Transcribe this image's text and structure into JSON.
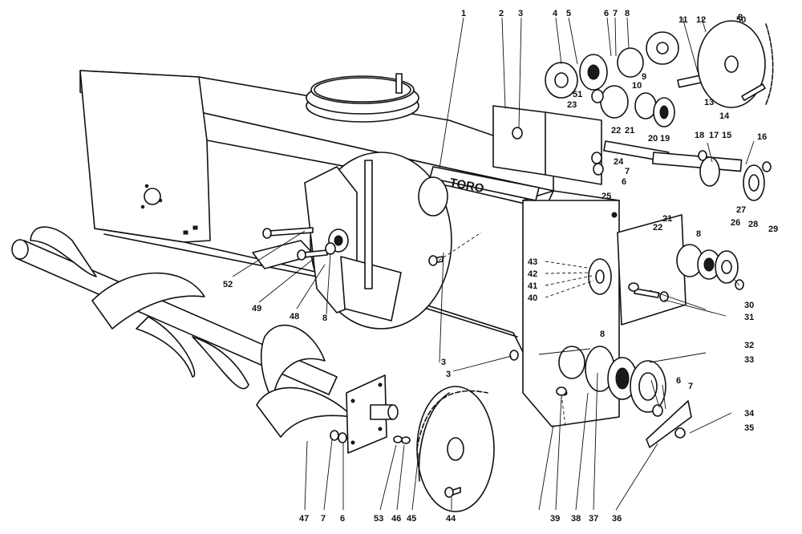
{
  "callouts": [
    {
      "id": "c1",
      "text": "1"
    },
    {
      "id": "c2",
      "text": "2"
    },
    {
      "id": "c3a",
      "text": "3"
    },
    {
      "id": "c4",
      "text": "4"
    },
    {
      "id": "c5",
      "text": "5"
    },
    {
      "id": "c6a",
      "text": "6"
    },
    {
      "id": "c7a",
      "text": "7"
    },
    {
      "id": "c8a",
      "text": "8"
    },
    {
      "id": "c9",
      "text": "9"
    },
    {
      "id": "c10",
      "text": "10"
    },
    {
      "id": "c11",
      "text": "11"
    },
    {
      "id": "c12",
      "text": "12"
    },
    {
      "id": "c13",
      "text": "13"
    },
    {
      "id": "c14",
      "text": "14"
    },
    {
      "id": "c15",
      "text": "15"
    },
    {
      "id": "c16",
      "text": "16"
    },
    {
      "id": "c17",
      "text": "17"
    },
    {
      "id": "c18",
      "text": "18"
    },
    {
      "id": "c19",
      "text": "19"
    },
    {
      "id": "c20",
      "text": "20"
    },
    {
      "id": "c21a",
      "text": "21"
    },
    {
      "id": "c22a",
      "text": "22"
    },
    {
      "id": "c23",
      "text": "23"
    },
    {
      "id": "c24",
      "text": "24"
    },
    {
      "id": "c25",
      "text": "25"
    },
    {
      "id": "c26",
      "text": "26"
    },
    {
      "id": "c27",
      "text": "27"
    },
    {
      "id": "c28",
      "text": "28"
    },
    {
      "id": "c29",
      "text": "29"
    },
    {
      "id": "c30",
      "text": "30"
    },
    {
      "id": "c31",
      "text": "31"
    },
    {
      "id": "c32",
      "text": "32"
    },
    {
      "id": "c33",
      "text": "33"
    },
    {
      "id": "c34",
      "text": "34"
    },
    {
      "id": "c35",
      "text": "35"
    },
    {
      "id": "c36",
      "text": "36"
    },
    {
      "id": "c37",
      "text": "37"
    },
    {
      "id": "c38",
      "text": "38"
    },
    {
      "id": "c39",
      "text": "39"
    },
    {
      "id": "c40",
      "text": "40"
    },
    {
      "id": "c41",
      "text": "41"
    },
    {
      "id": "c42",
      "text": "42"
    },
    {
      "id": "c43",
      "text": "43"
    },
    {
      "id": "c44",
      "text": "44"
    },
    {
      "id": "c45",
      "text": "45"
    },
    {
      "id": "c46",
      "text": "46"
    },
    {
      "id": "c47",
      "text": "47"
    },
    {
      "id": "c48",
      "text": "48"
    },
    {
      "id": "c49",
      "text": "49"
    },
    {
      "id": "c50",
      "text": "50"
    },
    {
      "id": "c51",
      "text": "51"
    },
    {
      "id": "c52",
      "text": "52"
    },
    {
      "id": "c53",
      "text": "53"
    },
    {
      "id": "c3b",
      "text": "3"
    },
    {
      "id": "c3c",
      "text": "3"
    },
    {
      "id": "c6b",
      "text": "6"
    },
    {
      "id": "c7b",
      "text": "7"
    },
    {
      "id": "c8b",
      "text": "8"
    },
    {
      "id": "c6c",
      "text": "6"
    },
    {
      "id": "c7c",
      "text": "7"
    },
    {
      "id": "c21b",
      "text": "21"
    },
    {
      "id": "c22b",
      "text": "22"
    },
    {
      "id": "c7d",
      "text": "7"
    },
    {
      "id": "c6d",
      "text": "6"
    },
    {
      "id": "c8c",
      "text": "8"
    },
    {
      "id": "c8d",
      "text": "8"
    },
    {
      "id": "c8e",
      "text": "8"
    }
  ],
  "logo_text": "TORO"
}
